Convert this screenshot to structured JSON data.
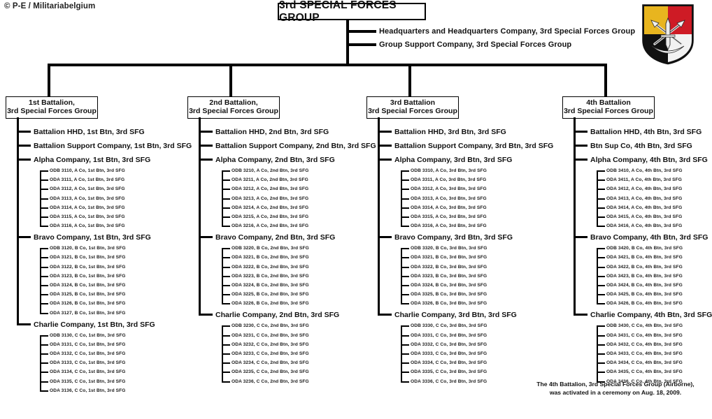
{
  "credit": "© P-E / Militariabelgium",
  "root": {
    "title": "3rd SPECIAL FORCES GROUP",
    "staff": [
      "Headquarters and Headquarters Company,  3rd Special Forces Group",
      "Group Support Company,  3rd Special Forces Group"
    ]
  },
  "footnote": "The 4th Battalion, 3rd Special Forces Group (Airborne), was activated in a ceremony on Aug. 18, 2009.",
  "insignia": {
    "name": "3rd-special-forces-group-flash",
    "colors": {
      "top_left": "#E8B51F",
      "top_right": "#CE1B25",
      "bottom_left": "#111111",
      "bottom_right": "#F2F2F2",
      "border": "#111111"
    }
  },
  "battalions": [
    {
      "id": "1st-battalion",
      "box_line1": "1st Battalion,",
      "box_line2": "3rd Special Forces Group",
      "units": [
        {
          "label": "Battalion HHD,  1st Btn, 3rd SFG",
          "teams": []
        },
        {
          "label": "Battalion  Support Company, 1st Btn,  3rd SFG",
          "teams": []
        },
        {
          "label": "Alpha Company, 1st Btn,  3rd SFG",
          "teams": [
            "ODB 3110, A Co, 1st Btn,  3rd SFG",
            "ODA 3111, A Co, 1st Btn,  3rd SFG",
            "ODA 3112, A Co, 1st Btn,  3rd SFG",
            "ODA 3113, A Co, 1st Btn,  3rd SFG",
            "ODA 3114, A Co, 1st Btn,  3rd SFG",
            "ODA 3115, A Co, 1st Btn,  3rd SFG",
            "ODA 3116, A Co, 1st Btn,  3rd SFG"
          ]
        },
        {
          "label": "Bravo Company, 1st Btn,  3rd SFG",
          "teams": [
            "ODB 3120, B Co, 1st Btn,  3rd SFG",
            "ODA 3121, B Co, 1st Btn,  3rd SFG",
            "ODA 3122, B Co, 1st Btn,  3rd SFG",
            "ODA 3123, B Co, 1st Btn,  3rd SFG",
            "ODA 3124, B Co, 1st Btn,  3rd SFG",
            "ODA 3125, B Co, 1st Btn,  3rd SFG",
            "ODA 3126, B Co, 1st Btn,  3rd SFG",
            "ODA 3127, B Co, 1st Btn,  3rd SFG"
          ]
        },
        {
          "label": "Charlie Company, 1st Btn,  3rd SFG",
          "teams": [
            "ODB 3130, C Co, 1st Btn,  3rd SFG",
            "ODA 3131, C Co, 1st Btn,  3rd SFG",
            "ODA 3132, C Co, 1st Btn,  3rd SFG",
            "ODA 3133, C Co, 1st Btn,  3rd SFG",
            "ODA 3134, C Co, 1st Btn,  3rd SFG",
            "ODA 3135, C Co, 1st Btn,  3rd SFG",
            "ODA 3136, C Co, 1st Btn,  3rd SFG"
          ]
        }
      ]
    },
    {
      "id": "2nd-battalion",
      "box_line1": "2nd Battalion,",
      "box_line2": "3rd Special Forces Group",
      "units": [
        {
          "label": "Battalion HHD,  2nd Btn, 3rd SFG",
          "teams": []
        },
        {
          "label": "Battalion  Support Company, 2nd Btn,  3rd SFG",
          "teams": []
        },
        {
          "label": "Alpha Company, 2nd Btn,  3rd SFG",
          "teams": [
            "ODB 3210, A Co, 2nd Btn,  3rd SFG",
            "ODA 3211, A Co, 2nd Btn,  3rd SFG",
            "ODA 3212, A Co, 2nd Btn,  3rd SFG",
            "ODA 3213, A Co, 2nd Btn,  3rd SFG",
            "ODA 3214, A Co, 2nd Btn,  3rd SFG",
            "ODA 3215, A Co, 2nd Btn,  3rd SFG",
            "ODA 3216, A Co, 2nd Btn,  3rd SFG"
          ]
        },
        {
          "label": "Bravo Company, 2nd Btn,  3rd SFG",
          "teams": [
            "ODB 3220, B Co, 2nd Btn,  3rd SFG",
            "ODA 3221, B Co, 2nd Btn,  3rd SFG",
            "ODA 3222, B Co, 2nd Btn,  3rd SFG",
            "ODA 3223, B Co, 2nd Btn,  3rd SFG",
            "ODA 3224, B Co, 2nd Btn,  3rd SFG",
            "ODA 3225, B Co, 2nd Btn,  3rd SFG",
            "ODA 3226, B Co, 2nd Btn,  3rd SFG"
          ]
        },
        {
          "label": "Charlie Company, 2nd Btn, 3rd SFG",
          "teams": [
            "ODB 3230, C Co, 2nd Btn,  3rd SFG",
            "ODA 3231, C Co, 2nd Btn,  3rd SFG",
            "ODA 3232, C Co, 2nd Btn,  3rd SFG",
            "ODA 3233, C Co, 2nd Btn,  3rd SFG",
            "ODA 3234, C Co, 2nd Btn,  3rd SFG",
            "ODA 3235, C Co, 2nd Btn,  3rd SFG",
            "ODA 3236, C Co, 2nd Btn,  3rd SFG"
          ]
        }
      ]
    },
    {
      "id": "3rd-battalion",
      "box_line1": "3rd Battalion",
      "box_line2": "3rd Special Forces Group",
      "units": [
        {
          "label": "Battalion HHD,  3rd Btn, 3rd SFG",
          "teams": []
        },
        {
          "label": "Battalion  Support Company, 3rd Btn,  3rd SFG",
          "teams": []
        },
        {
          "label": "Alpha Company, 3rd Btn,  3rd SFG",
          "teams": [
            "ODB 3310, A Co, 3rd Btn,  3rd SFG",
            "ODA 3311, A Co, 3rd Btn,  3rd SFG",
            "ODA 3312, A Co, 3rd Btn,  3rd SFG",
            "ODA 3313, A Co, 3rd Btn,  3rd SFG",
            "ODA 3314, A Co, 3rd Btn,  3rd SFG",
            "ODA 3315, A Co, 3rd Btn,  3rd SFG",
            "ODA 3316, A Co, 3rd Btn,  3rd SFG"
          ]
        },
        {
          "label": "Bravo Company, 3rd Btn,  3rd SFG",
          "teams": [
            "ODB 3320, B Co, 3rd Btn,  3rd SFG",
            "ODA 3321, B Co, 3rd Btn,  3rd SFG",
            "ODA 3322, B Co, 3rd Btn,  3rd SFG",
            "ODA 3323, B Co, 3rd Btn,  3rd SFG",
            "ODA 3324, B Co, 3rd Btn,  3rd SFG",
            "ODA 3325, B Co, 3rd Btn,  3rd SFG",
            "ODA 3326, B Co, 3rd Btn,  3rd SFG"
          ]
        },
        {
          "label": "Charlie Company, 3rd Btn,  3rd SFG",
          "teams": [
            "ODB 3330, C Co, 3rd Btn,  3rd SFG",
            "ODA 3331, C Co, 3rd Btn,  3rd SFG",
            "ODA 3332, C Co, 3rd Btn,  3rd SFG",
            "ODA 3333, C Co, 3rd Btn,  3rd SFG",
            "ODA 3334, C Co, 3rd Btn,  3rd SFG",
            "ODA 3335, C Co, 3rd Btn,  3rd SFG",
            "ODA 3336, C Co, 3rd Btn,  3rd SFG"
          ]
        }
      ]
    },
    {
      "id": "4th-battalion",
      "box_line1": "4th Battalion",
      "box_line2": "3rd Special Forces Group",
      "units": [
        {
          "label": "Battalion HHD,  4th Btn, 3rd SFG",
          "teams": []
        },
        {
          "label": "Btn  Sup Co, 4th Btn,  3rd SFG",
          "teams": []
        },
        {
          "label": "Alpha Company, 4th Btn,  3rd SFG",
          "teams": [
            "ODB 3410, A Co, 4th Btn,  3rd SFG",
            "ODA 3411, A Co, 4th Btn,  3rd SFG",
            "ODA 3412, A Co, 4th Btn,  3rd SFG",
            "ODA 3413, A Co, 4th Btn,  3rd SFG",
            "ODA 3414, A Co, 4th Btn,  3rd SFG",
            "ODA 3415, A Co, 4th Btn,  3rd SFG",
            "ODA 3416, A Co, 4th Btn,  3rd SFG"
          ]
        },
        {
          "label": "Bravo Company, 4th Btn,  3rd SFG",
          "teams": [
            "ODB 3420, B Co, 4th Btn,  3rd SFG",
            "ODA 3421, B Co, 4th Btn,  3rd SFG",
            "ODA 3422, B Co, 4th Btn,  3rd SFG",
            "ODA 3423, B Co, 4th Btn,  3rd SFG",
            "ODA 3424, B Co, 4th Btn,  3rd SFG",
            "ODA 3425, B Co, 4th Btn,  3rd SFG",
            "ODA 3426, B Co, 4th Btn,  3rd SFG"
          ]
        },
        {
          "label": "Charlie Company, 4th Btn,  3rd SFG",
          "teams": [
            "ODB 3430, C Co, 4th Btn,  3rd SFG",
            "ODA 3431, C Co, 4th Btn,  3rd SFG",
            "ODA 3432, C Co, 4th Btn,  3rd SFG",
            "ODA 3433, C Co, 4th Btn,  3rd SFG",
            "ODA 3434, C Co, 4th Btn,  3rd SFG",
            "ODA 3435, C Co, 4th Btn,  3rd SFG",
            "ODA 3436, C Co, 4th Btn,  3rd SFG"
          ]
        }
      ]
    }
  ]
}
